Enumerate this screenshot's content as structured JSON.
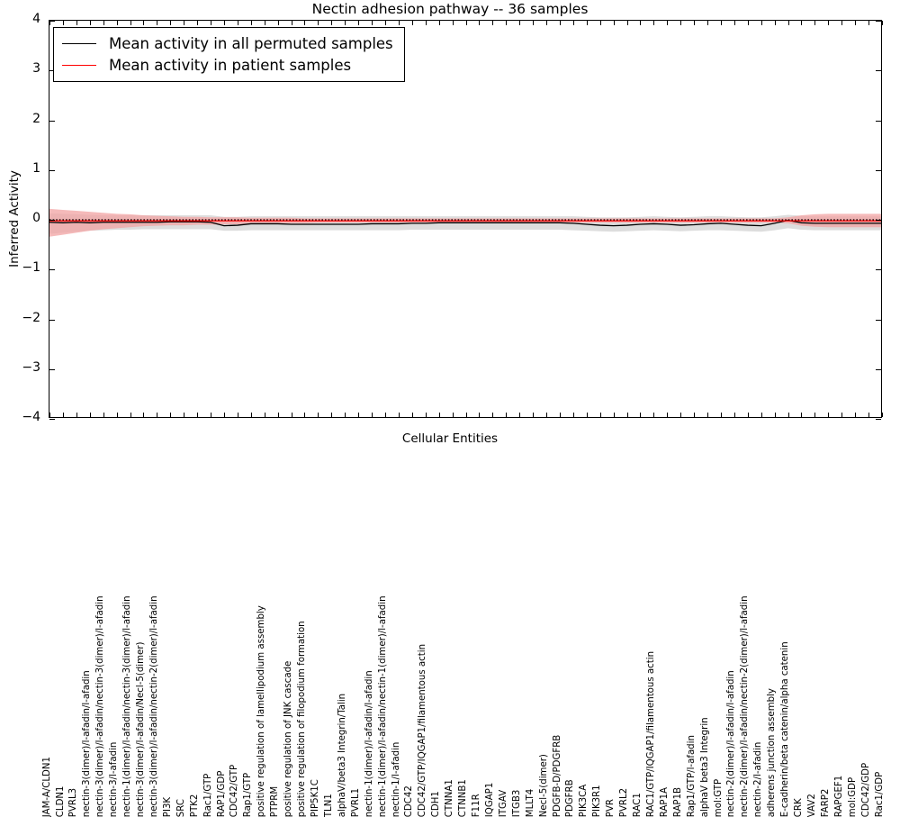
{
  "chart_data": {
    "type": "line",
    "title": "Nectin adhesion pathway -- 36 samples",
    "xlabel": "Cellular Entities",
    "ylabel": "Inferred Activity",
    "ylim": [
      -4,
      4
    ],
    "yticks": [
      -4,
      -3,
      -2,
      -1,
      0,
      1,
      2,
      3,
      4
    ],
    "ytick_labels": [
      "-4",
      "-3",
      "-2",
      "-1",
      "0",
      "1",
      "2",
      "3",
      "4"
    ],
    "grid": false,
    "legend_position": "upper left",
    "legend": [
      {
        "label": "Mean activity in all permuted samples",
        "color": "#000000"
      },
      {
        "label": "Mean activity in patient samples",
        "color": "#ff0000"
      }
    ],
    "categories": [
      "JAM-A/CLDN1",
      "CLDN1",
      "PVRL3",
      "nectin-3(dimer)/l-afadin/l-afadin",
      "nectin-3(dimer)/l-afadin/nectin-3(dimer)/l-afadin",
      "nectin-3/l-afadin",
      "nectin-1(dimer)/l-afadin/nectin-3(dimer)/l-afadin",
      "nectin-3(dimer)/l-afadin/Necl-5(dimer)",
      "nectin-3(dimer)/l-afadin/nectin-2(dimer)/l-afadin",
      "PI3K",
      "SRC",
      "PTK2",
      "Rac1/GTP",
      "RAP1/GDP",
      "CDC42/GTP",
      "Rap1/GTP",
      "positive regulation of lamellipodium assembly",
      "PTPRM",
      "positive regulation of JNK cascade",
      "positive regulation of filopodium formation",
      "PIP5K1C",
      "TLN1",
      "alphaV/beta3 Integrin/Talin",
      "PVRL1",
      "nectin-1(dimer)/l-afadin/l-afadin",
      "nectin-1(dimer)/l-afadin/nectin-1(dimer)/l-afadin",
      "nectin-1/l-afadin",
      "CDC42",
      "CDC42/GTP/IQGAP1/filamentous actin",
      "CDH1",
      "CTNNA1",
      "CTNNB1",
      "F11R",
      "IQGAP1",
      "ITGAV",
      "ITGB3",
      "MLLT4",
      "Necl-5(dimer)",
      "PDGFB-D/PDGFRB",
      "PDGFRB",
      "PIK3CA",
      "PIK3R1",
      "PVR",
      "PVRL2",
      "RAC1",
      "RAC1/GTP/IQGAP1/filamentous actin",
      "RAP1A",
      "RAP1B",
      "Rap1/GTP/l-afadin",
      "alphaV beta3 Integrin",
      "mol:GTP",
      "nectin-2(dimer)/l-afadin/l-afadin",
      "nectin-2(dimer)/l-afadin/nectin-2(dimer)/l-afadin",
      "nectin-2/l-afadin",
      "adherens junction assembly",
      "E-cadherin/beta catenin/alpha catenin",
      "CRK",
      "VAV2",
      "FARP2",
      "RAPGEF1",
      "mol:GDP",
      "CDC42/GDP",
      "Rac1/GDP"
    ],
    "series": [
      {
        "name": "Mean activity in all permuted samples",
        "color": "#000000",
        "style": "solid",
        "values": [
          -0.05,
          -0.06,
          -0.05,
          -0.06,
          -0.05,
          -0.05,
          -0.05,
          -0.05,
          -0.05,
          -0.04,
          -0.04,
          -0.04,
          -0.05,
          -0.12,
          -0.11,
          -0.08,
          -0.08,
          -0.08,
          -0.09,
          -0.09,
          -0.09,
          -0.09,
          -0.09,
          -0.09,
          -0.08,
          -0.08,
          -0.08,
          -0.07,
          -0.07,
          -0.06,
          -0.06,
          -0.06,
          -0.06,
          -0.06,
          -0.06,
          -0.06,
          -0.06,
          -0.06,
          -0.06,
          -0.07,
          -0.09,
          -0.11,
          -0.12,
          -0.11,
          -0.09,
          -0.08,
          -0.09,
          -0.11,
          -0.1,
          -0.08,
          -0.07,
          -0.09,
          -0.11,
          -0.12,
          -0.07,
          -0.01,
          -0.06,
          -0.07,
          -0.07,
          -0.07,
          -0.07,
          -0.07,
          -0.07
        ],
        "band_low": [
          -0.28,
          -0.26,
          -0.24,
          -0.22,
          -0.21,
          -0.2,
          -0.2,
          -0.19,
          -0.19,
          -0.19,
          -0.19,
          -0.19,
          -0.19,
          -0.22,
          -0.22,
          -0.21,
          -0.21,
          -0.21,
          -0.21,
          -0.21,
          -0.21,
          -0.21,
          -0.21,
          -0.21,
          -0.21,
          -0.21,
          -0.21,
          -0.2,
          -0.2,
          -0.2,
          -0.2,
          -0.2,
          -0.2,
          -0.2,
          -0.2,
          -0.2,
          -0.2,
          -0.2,
          -0.2,
          -0.21,
          -0.22,
          -0.23,
          -0.24,
          -0.23,
          -0.22,
          -0.21,
          -0.22,
          -0.23,
          -0.22,
          -0.21,
          -0.21,
          -0.22,
          -0.23,
          -0.24,
          -0.21,
          -0.17,
          -0.2,
          -0.21,
          -0.21,
          -0.21,
          -0.21,
          -0.21,
          -0.21
        ],
        "band_high": [
          0.13,
          0.12,
          0.11,
          0.1,
          0.09,
          0.09,
          0.09,
          0.09,
          0.09,
          0.09,
          0.09,
          0.09,
          0.09,
          0.06,
          0.06,
          0.07,
          0.07,
          0.07,
          0.07,
          0.07,
          0.07,
          0.07,
          0.07,
          0.07,
          0.07,
          0.07,
          0.07,
          0.07,
          0.07,
          0.07,
          0.07,
          0.07,
          0.07,
          0.07,
          0.07,
          0.07,
          0.07,
          0.07,
          0.07,
          0.07,
          0.06,
          0.05,
          0.05,
          0.05,
          0.06,
          0.07,
          0.06,
          0.05,
          0.06,
          0.07,
          0.07,
          0.06,
          0.05,
          0.05,
          0.07,
          0.1,
          0.08,
          0.07,
          0.07,
          0.07,
          0.07,
          0.07,
          0.07
        ],
        "band_color": "#d9d9d9"
      },
      {
        "name": "Mean activity in patient samples",
        "color": "#ff0000",
        "style": "solid",
        "values": [
          -0.02,
          -0.02,
          -0.02,
          -0.02,
          -0.02,
          -0.02,
          -0.02,
          -0.02,
          -0.02,
          -0.02,
          -0.02,
          -0.02,
          -0.02,
          -0.02,
          -0.02,
          -0.02,
          -0.02,
          -0.02,
          -0.02,
          -0.02,
          -0.02,
          -0.02,
          -0.02,
          -0.02,
          -0.02,
          -0.02,
          -0.02,
          -0.02,
          -0.02,
          -0.02,
          -0.02,
          -0.02,
          -0.02,
          -0.02,
          -0.02,
          -0.02,
          -0.02,
          -0.02,
          -0.02,
          -0.02,
          -0.02,
          -0.02,
          -0.02,
          -0.02,
          -0.02,
          -0.02,
          -0.02,
          -0.02,
          -0.02,
          -0.02,
          -0.02,
          -0.02,
          -0.02,
          -0.02,
          -0.02,
          -0.02,
          -0.02,
          -0.02,
          -0.02,
          -0.02,
          -0.02,
          -0.02,
          -0.02
        ],
        "band_low": [
          -0.34,
          -0.3,
          -0.26,
          -0.22,
          -0.19,
          -0.17,
          -0.15,
          -0.13,
          -0.12,
          -0.11,
          -0.11,
          -0.1,
          -0.1,
          -0.09,
          -0.09,
          -0.08,
          -0.08,
          -0.07,
          -0.07,
          -0.07,
          -0.06,
          -0.06,
          -0.06,
          -0.06,
          -0.06,
          -0.06,
          -0.06,
          -0.06,
          -0.06,
          -0.06,
          -0.06,
          -0.06,
          -0.06,
          -0.06,
          -0.06,
          -0.06,
          -0.06,
          -0.06,
          -0.06,
          -0.06,
          -0.06,
          -0.06,
          -0.06,
          -0.06,
          -0.06,
          -0.06,
          -0.06,
          -0.06,
          -0.06,
          -0.06,
          -0.06,
          -0.06,
          -0.06,
          -0.06,
          -0.06,
          -0.07,
          -0.12,
          -0.14,
          -0.15,
          -0.15,
          -0.15,
          -0.15,
          -0.15
        ],
        "band_high": [
          0.22,
          0.2,
          0.18,
          0.16,
          0.14,
          0.12,
          0.11,
          0.09,
          0.08,
          0.07,
          0.06,
          0.06,
          0.05,
          0.05,
          0.05,
          0.04,
          0.04,
          0.04,
          0.04,
          0.03,
          0.03,
          0.03,
          0.03,
          0.03,
          0.03,
          0.03,
          0.03,
          0.03,
          0.03,
          0.03,
          0.03,
          0.03,
          0.03,
          0.03,
          0.03,
          0.03,
          0.03,
          0.03,
          0.03,
          0.03,
          0.03,
          0.03,
          0.03,
          0.03,
          0.03,
          0.03,
          0.03,
          0.03,
          0.03,
          0.03,
          0.03,
          0.03,
          0.03,
          0.03,
          0.03,
          0.05,
          0.09,
          0.11,
          0.12,
          0.12,
          0.12,
          0.12,
          0.12
        ],
        "band_color": "#f2a3a3"
      },
      {
        "name": "zero-reference",
        "color": "#000000",
        "style": "dotted",
        "values": [
          0,
          0,
          0,
          0,
          0,
          0,
          0,
          0,
          0,
          0,
          0,
          0,
          0,
          0,
          0,
          0,
          0,
          0,
          0,
          0,
          0,
          0,
          0,
          0,
          0,
          0,
          0,
          0,
          0,
          0,
          0,
          0,
          0,
          0,
          0,
          0,
          0,
          0,
          0,
          0,
          0,
          0,
          0,
          0,
          0,
          0,
          0,
          0,
          0,
          0,
          0,
          0,
          0,
          0,
          0,
          0,
          0,
          0,
          0,
          0,
          0,
          0,
          0
        ]
      }
    ]
  }
}
